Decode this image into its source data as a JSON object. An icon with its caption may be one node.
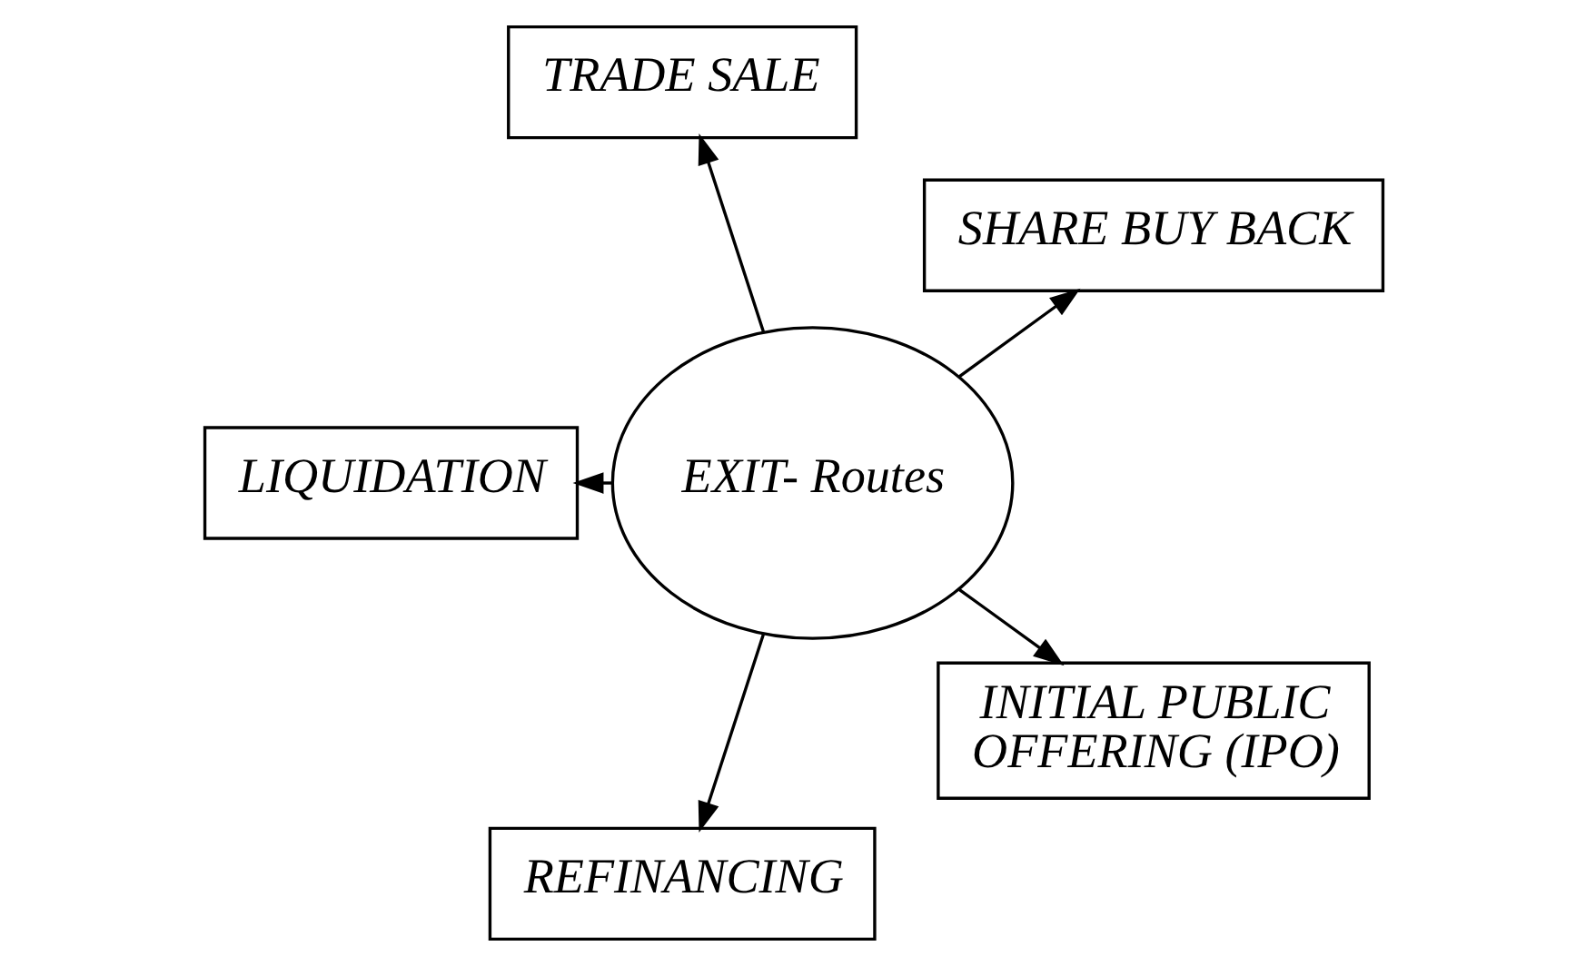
{
  "diagram": {
    "nodes": [
      {
        "text": [
          "SHARE BUY BACK"
        ]
      },
      {
        "text": [
          "TRADE SALE"
        ]
      },
      {
        "text": [
          "LIQUIDATION"
        ]
      },
      {
        "text": [
          "EXIT- Routes"
        ]
      },
      {
        "text": [
          "REFINANCING"
        ]
      },
      {
        "text": [
          "INITIAL PUBLIC OFFERING (IPO)"
        ]
      }
    ],
    "edges": [
      {
        "from": 3,
        "to": 0,
        "arrow": "to"
      },
      {
        "from": 3,
        "to": 1,
        "arrow": "to"
      },
      {
        "from": 3,
        "to": 2,
        "arrow": "to"
      },
      {
        "from": 3,
        "to": 4,
        "arrow": "to"
      },
      {
        "from": 3,
        "to": 5,
        "arrow": "to"
      }
    ]
  }
}
